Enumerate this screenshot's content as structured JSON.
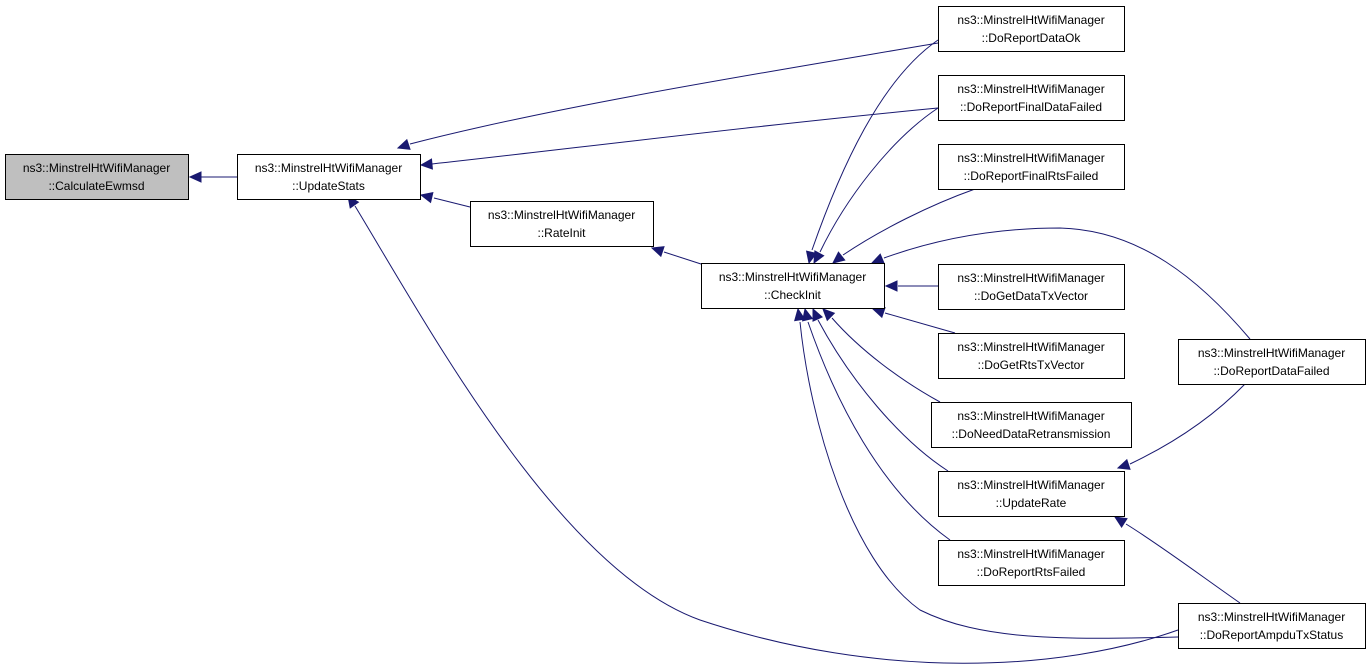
{
  "graph": {
    "nodes": [
      {
        "id": "calculate-ewmsd",
        "line1": "ns3::MinstrelHtWifiManager",
        "line2": "::CalculateEwmsd",
        "highlight": true
      },
      {
        "id": "update-stats",
        "line1": "ns3::MinstrelHtWifiManager",
        "line2": "::UpdateStats"
      },
      {
        "id": "rate-init",
        "line1": "ns3::MinstrelHtWifiManager",
        "line2": "::RateInit"
      },
      {
        "id": "check-init",
        "line1": "ns3::MinstrelHtWifiManager",
        "line2": "::CheckInit"
      },
      {
        "id": "do-report-data-ok",
        "line1": "ns3::MinstrelHtWifiManager",
        "line2": "::DoReportDataOk"
      },
      {
        "id": "do-report-final-data-failed",
        "line1": "ns3::MinstrelHtWifiManager",
        "line2": "::DoReportFinalDataFailed"
      },
      {
        "id": "do-report-final-rts-failed",
        "line1": "ns3::MinstrelHtWifiManager",
        "line2": "::DoReportFinalRtsFailed"
      },
      {
        "id": "do-get-data-tx-vector",
        "line1": "ns3::MinstrelHtWifiManager",
        "line2": "::DoGetDataTxVector"
      },
      {
        "id": "do-get-rts-tx-vector",
        "line1": "ns3::MinstrelHtWifiManager",
        "line2": "::DoGetRtsTxVector"
      },
      {
        "id": "do-need-data-retransmission",
        "line1": "ns3::MinstrelHtWifiManager",
        "line2": "::DoNeedDataRetransmission"
      },
      {
        "id": "update-rate",
        "line1": "ns3::MinstrelHtWifiManager",
        "line2": "::UpdateRate"
      },
      {
        "id": "do-report-rts-failed",
        "line1": "ns3::MinstrelHtWifiManager",
        "line2": "::DoReportRtsFailed"
      },
      {
        "id": "do-report-data-failed",
        "line1": "ns3::MinstrelHtWifiManager",
        "line2": "::DoReportDataFailed"
      },
      {
        "id": "do-report-ampdu-tx-status",
        "line1": "ns3::MinstrelHtWifiManager",
        "line2": "::DoReportAmpduTxStatus"
      }
    ],
    "edges": [
      {
        "from": "update-stats",
        "to": "calculate-ewmsd"
      },
      {
        "from": "do-report-data-ok",
        "to": "update-stats"
      },
      {
        "from": "do-report-final-data-failed",
        "to": "update-stats"
      },
      {
        "from": "rate-init",
        "to": "update-stats"
      },
      {
        "from": "do-report-ampdu-tx-status",
        "to": "update-stats"
      },
      {
        "from": "check-init",
        "to": "rate-init"
      },
      {
        "from": "do-report-data-ok",
        "to": "check-init"
      },
      {
        "from": "do-report-final-data-failed",
        "to": "check-init"
      },
      {
        "from": "do-report-final-rts-failed",
        "to": "check-init"
      },
      {
        "from": "do-report-data-failed",
        "to": "check-init"
      },
      {
        "from": "do-get-data-tx-vector",
        "to": "check-init"
      },
      {
        "from": "do-get-rts-tx-vector",
        "to": "check-init"
      },
      {
        "from": "do-need-data-retransmission",
        "to": "check-init"
      },
      {
        "from": "update-rate",
        "to": "check-init"
      },
      {
        "from": "do-report-rts-failed",
        "to": "check-init"
      },
      {
        "from": "do-report-ampdu-tx-status",
        "to": "check-init"
      },
      {
        "from": "do-report-data-failed",
        "to": "update-rate"
      },
      {
        "from": "do-report-ampdu-tx-status",
        "to": "update-rate"
      }
    ]
  }
}
